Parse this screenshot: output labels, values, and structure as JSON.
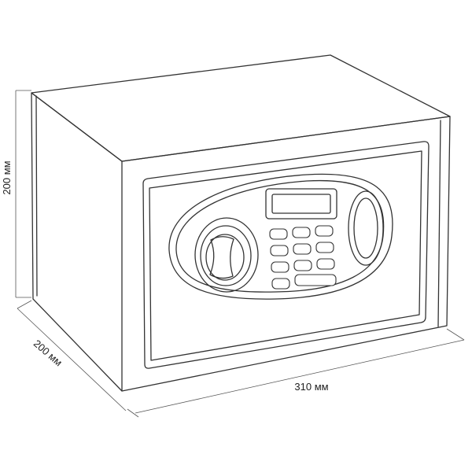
{
  "diagram": {
    "subject": "electronic safe line drawing",
    "dimensions": {
      "height_label": "200 мм",
      "depth_label": "200 мм",
      "width_label": "310 мм"
    },
    "keypad": {
      "rows": 4,
      "keys_per_row": [
        3,
        3,
        3,
        2
      ]
    },
    "line_color": "#333333",
    "background": "#ffffff"
  }
}
